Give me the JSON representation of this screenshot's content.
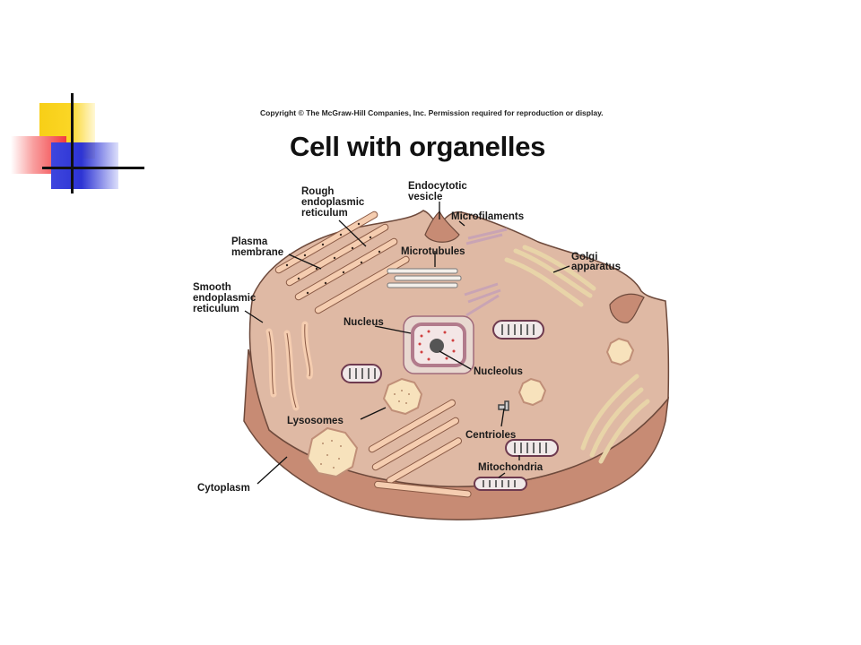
{
  "copyright": "Copyright © The McGraw-Hill Companies, Inc. Permission required for reproduction or display.",
  "title": "Cell with organelles",
  "labels": {
    "rough_er": [
      "Rough",
      "endoplasmic",
      "reticulum"
    ],
    "endocytotic_vesicle": [
      "Endocytotic",
      "vesicle"
    ],
    "microfilaments": [
      "Microfilaments"
    ],
    "plasma_membrane": [
      "Plasma",
      "membrane"
    ],
    "microtubules": [
      "Microtubules"
    ],
    "golgi": [
      "Golgi",
      "apparatus"
    ],
    "smooth_er": [
      "Smooth",
      "endoplasmic",
      "reticulum"
    ],
    "nucleus": [
      "Nucleus"
    ],
    "nucleolus": [
      "Nucleolus"
    ],
    "lysosomes": [
      "Lysosomes"
    ],
    "centrioles": [
      "Centrioles"
    ],
    "mitochondria": [
      "Mitochondria"
    ],
    "cytoplasm": [
      "Cytoplasm"
    ]
  },
  "colors": {
    "cell_fill": "#dfb9a4",
    "cell_side": "#c78b74",
    "cell_outline": "#6e4a3c",
    "er_fill": "#f5cdb0",
    "lysosome_fill": "#f7e2bc",
    "mito_outline": "#6e3a4f"
  }
}
